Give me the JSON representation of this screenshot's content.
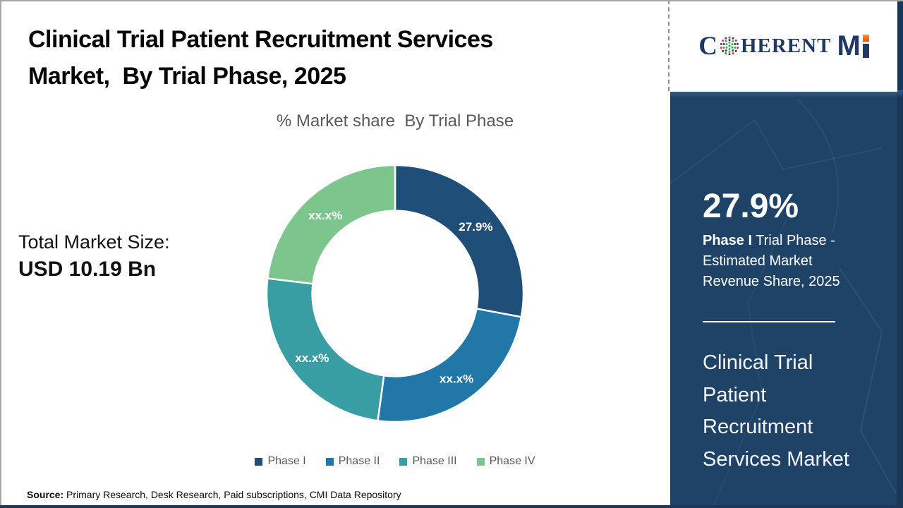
{
  "header": {
    "title_line1": "Clinical Trial Patient Recruitment Services",
    "title_line2": "Market,  By Trial Phase, 2025"
  },
  "chart_data": {
    "type": "pie",
    "variant": "donut",
    "title": "% Market share  By Trial Phase",
    "categories": [
      "Phase I",
      "Phase II",
      "Phase III",
      "Phase IV"
    ],
    "values": [
      27.9,
      24.2,
      24.7,
      23.1
    ],
    "slice_labels": [
      "27.9%",
      "xx.x%",
      "xx.x%",
      "xx.x%"
    ],
    "colors": [
      "#1f4e79",
      "#2177a8",
      "#399ea4",
      "#7cc68e"
    ],
    "hole_ratio": 0.645,
    "start_angle_deg": 0,
    "direction": "clockwise",
    "legend_position": "bottom",
    "label_color": "#ffffff"
  },
  "total_market": {
    "label": "Total Market Size:",
    "value": "USD 10.19 Bn"
  },
  "source": {
    "label": "Source:",
    "text": " Primary Research, Desk Research, Paid subscriptions, CMI Data Repository"
  },
  "sidebar": {
    "stat_value": "27.9%",
    "stat_desc_bold": "Phase I",
    "stat_desc_rest": " Trial Phase - Estimated Market Revenue Share, 2025",
    "market_name": "Clinical Trial Patient Recruitment Services Market",
    "bg_color": "#1f4366"
  },
  "logo": {
    "part_c": "C",
    "part_rest": "HERENT",
    "part_m": "M",
    "navy": "#1f3864",
    "orange_top": "#f5a11c",
    "globe_colors": [
      "#3fae49",
      "#2b3990",
      "#ee3124"
    ]
  }
}
